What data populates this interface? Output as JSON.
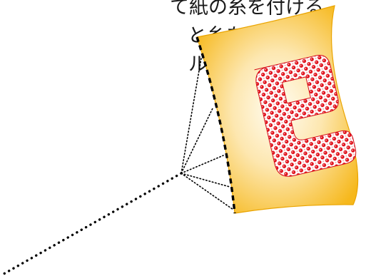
{
  "caption": {
    "lines": [
      "て紙の糸を付ける",
      "と糸を選び",
      "ループ化する"
    ]
  },
  "kite": {
    "letter": "E",
    "body_color": "#f6b81c",
    "body_center_color": "#fffdf4",
    "pattern_color": "#e0101a",
    "edge_dash_colors": [
      "#000000",
      "#f6b81c"
    ]
  },
  "string": {
    "color": "#000000",
    "style": "dotted"
  }
}
